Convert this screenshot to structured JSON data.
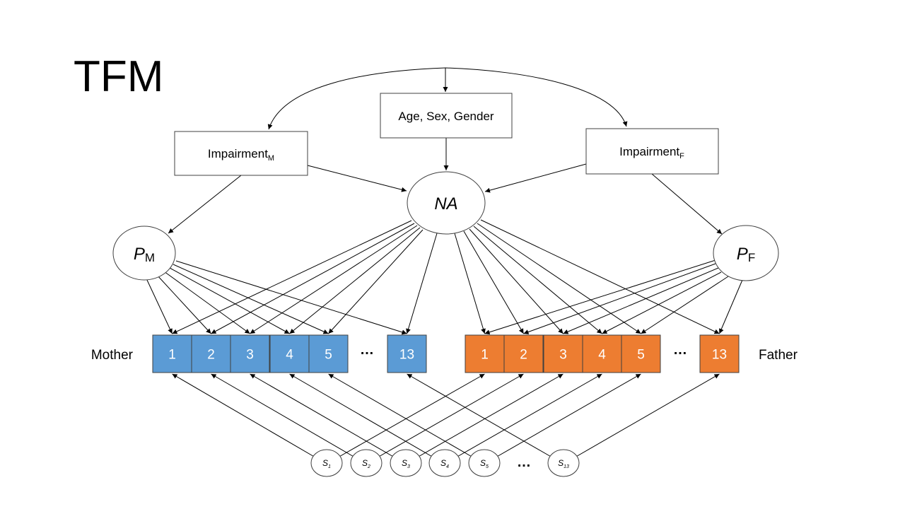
{
  "title": "TFM",
  "nodes": {
    "covariates": "Age, Sex, Gender",
    "impairment_m": {
      "base": "Impairment",
      "sub": "M"
    },
    "impairment_f": {
      "base": "Impairment",
      "sub": "F"
    },
    "na": "NA",
    "pm": {
      "base": "P",
      "sub": "M"
    },
    "pf": {
      "base": "P",
      "sub": "F"
    }
  },
  "rows": {
    "mother_label": "Mother",
    "father_label": "Father",
    "mother_items": [
      "1",
      "2",
      "3",
      "4",
      "5",
      "13"
    ],
    "father_items": [
      "1",
      "2",
      "3",
      "4",
      "5",
      "13"
    ],
    "ellipsis": "…"
  },
  "situations": {
    "base": "S",
    "subs": [
      "1",
      "2",
      "3",
      "4",
      "5",
      "13"
    ],
    "ellipsis": "…"
  },
  "colors": {
    "mother": "#5b9bd5",
    "father": "#ed7d31",
    "cell_border": "#404040"
  }
}
